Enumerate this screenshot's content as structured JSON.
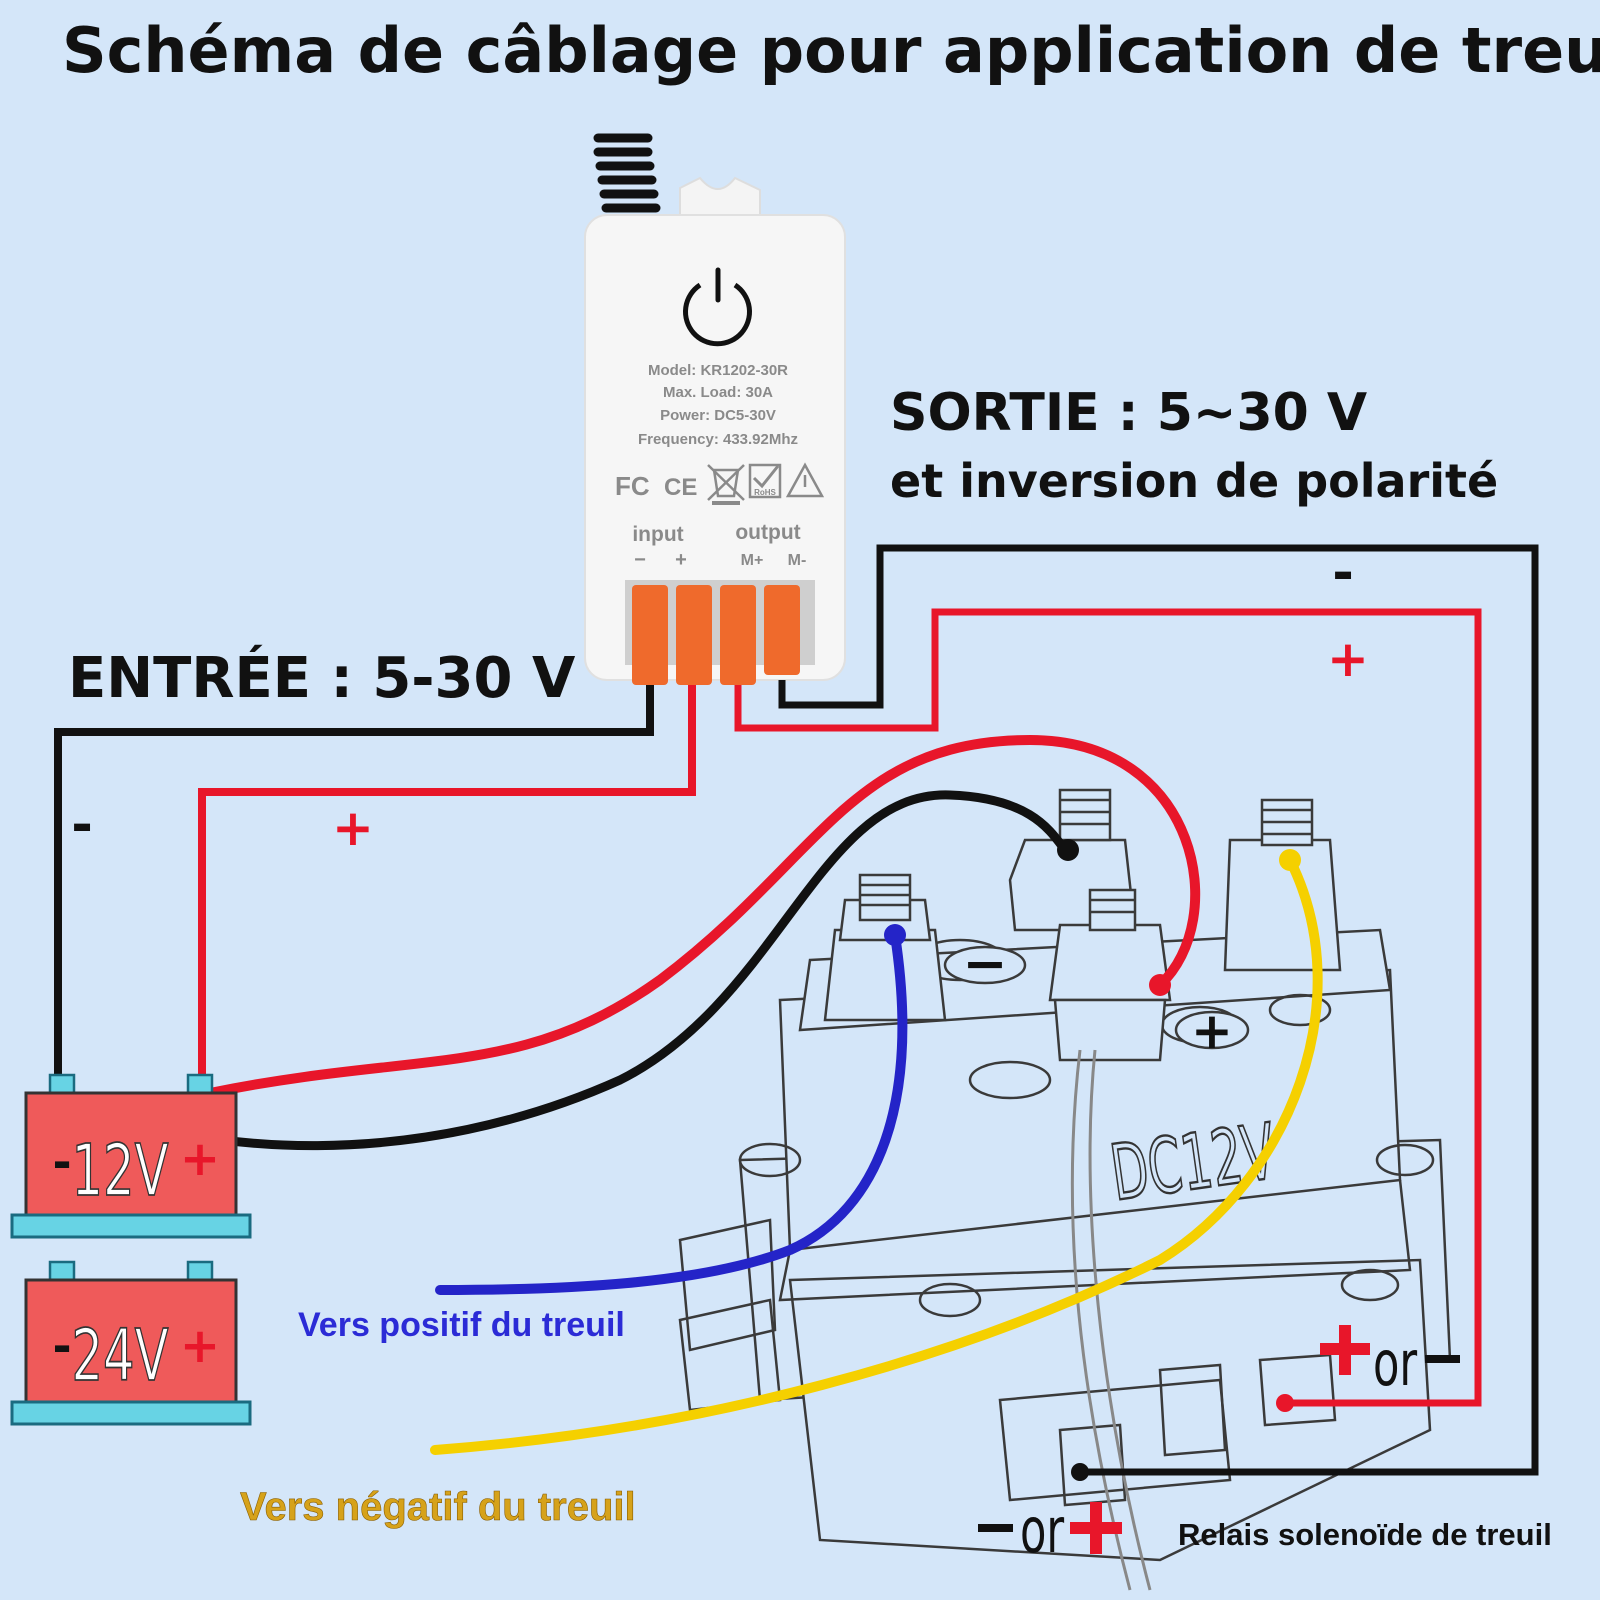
{
  "title": "Schéma de câblage pour application de treuil",
  "module": {
    "model": "Model: KR1202-30R",
    "load": "Max. Load: 30A",
    "power": "Power: DC5-30V",
    "frequency": "Frequency: 433.92Mhz",
    "cert_fc": "FC",
    "cert_ce": "CE",
    "cert_rohs": "RoHS",
    "input_label": "input",
    "output_label": "output",
    "input_minus": "−",
    "input_plus": "+",
    "output_mplus": "M+",
    "output_mminus": "M-"
  },
  "sortie_line1": "SORTIE : 5~30 V",
  "sortie_line2": "et inversion de polarité",
  "entree_label": "ENTRÉE : 5-30 V",
  "wire_signs": {
    "left_minus": "-",
    "left_plus": "+",
    "right_minus": "-",
    "right_plus": "+"
  },
  "battery_12": {
    "voltage": "12V",
    "minus": "-",
    "plus": "+"
  },
  "battery_24": {
    "voltage": "24V",
    "minus": "-",
    "plus": "+"
  },
  "solenoid": {
    "marking": "DC12V",
    "minus_symbol": "−",
    "plus_symbol": "+",
    "or_right": "or",
    "or_bottom": "or",
    "caption": "Relais solenoïde de treuil"
  },
  "vers_positif": "Vers positif du treuil",
  "vers_negatif": "Vers négatif du treuil",
  "colors": {
    "background": "#d4e6f9",
    "wire_red": "#e8162a",
    "wire_black": "#111111",
    "wire_blue": "#2424c8",
    "wire_yellow": "#f5d000",
    "battery_red": "#ef5a5a",
    "battery_base": "#67d3e4",
    "connector_orange": "#ef6a2c",
    "label_blue": "#2b2bd6",
    "label_gold": "#d6a21a"
  }
}
